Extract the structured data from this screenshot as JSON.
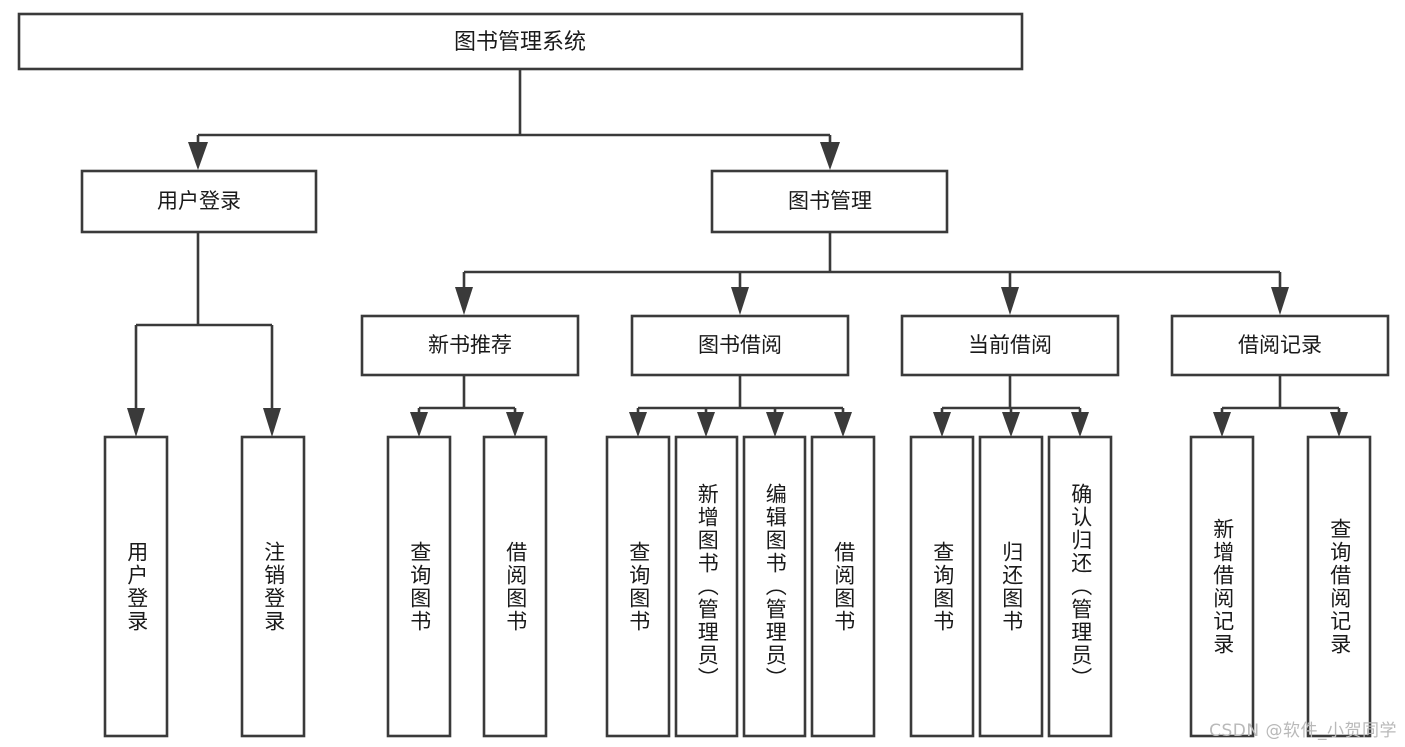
{
  "diagram": {
    "type": "tree-hierarchy-chart",
    "title": "图书管理系统",
    "orientation": "top-down",
    "colors": {
      "box_stroke": "#3a3a3a",
      "box_fill": "#ffffff",
      "connector": "#3a3a3a",
      "text": "#1a1a1a",
      "background": "#ffffff",
      "watermark": "#b9b9b9"
    },
    "root": {
      "label": "图书管理系统"
    },
    "level2": [
      {
        "label": "用户登录"
      },
      {
        "label": "图书管理"
      }
    ],
    "level3": [
      {
        "label": "新书推荐"
      },
      {
        "label": "图书借阅"
      },
      {
        "label": "当前借阅"
      },
      {
        "label": "借阅记录"
      }
    ],
    "leaves": {
      "user_login": [
        {
          "label": "用户登录"
        },
        {
          "label": "注销登录"
        }
      ],
      "new_book_recommend": [
        {
          "label": "查询图书"
        },
        {
          "label": "借阅图书"
        }
      ],
      "book_borrow": [
        {
          "label": "查询图书"
        },
        {
          "label": "新增图书（管理员）"
        },
        {
          "label": "编辑图书（管理员）"
        },
        {
          "label": "借阅图书"
        }
      ],
      "current_borrow": [
        {
          "label": "查询图书"
        },
        {
          "label": "归还图书"
        },
        {
          "label": "确认归还（管理员）"
        }
      ],
      "borrow_record": [
        {
          "label": "新增借阅记录"
        },
        {
          "label": "查询借阅记录"
        }
      ]
    },
    "watermark": "CSDN @软件_小贺同学"
  }
}
